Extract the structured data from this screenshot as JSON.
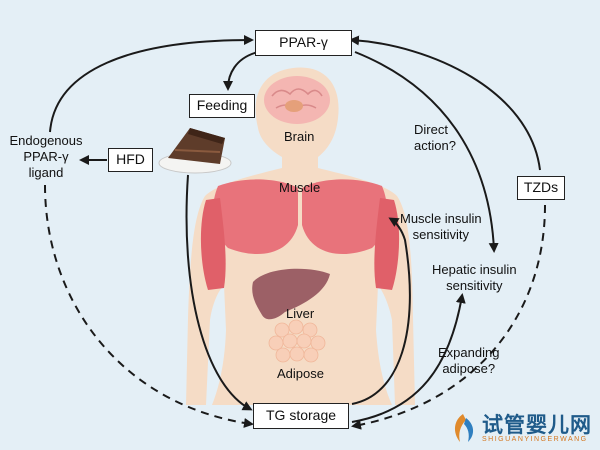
{
  "nodes": {
    "ppar": "PPAR-γ",
    "feeding": "Feeding",
    "hfd": "HFD",
    "tzds": "TZDs",
    "tg_storage": "TG storage"
  },
  "labels": {
    "endogenous": "Endogenous\nPPAR-γ\nligand",
    "direct_action": "Direct\naction?",
    "muscle_insulin": "Muscle insulin\nsensitivity",
    "hepatic_insulin": "Hepatic insulin\nsensitivity",
    "expanding_adipose": "Expanding\nadipose?"
  },
  "organs": {
    "brain": "Brain",
    "muscle": "Muscle",
    "liver": "Liver",
    "adipose": "Adipose"
  },
  "watermark": {
    "cn": "试管婴儿网",
    "en": "SHIGUANYINGERWANG"
  },
  "colors": {
    "background": "#e4eff6",
    "body": "#f5dcc6",
    "muscle": "#e8737b",
    "liver": "#9c6066",
    "brain": "#f4b6b2",
    "adipose": "#f8cfb8",
    "arrow": "#1a1a1a"
  }
}
